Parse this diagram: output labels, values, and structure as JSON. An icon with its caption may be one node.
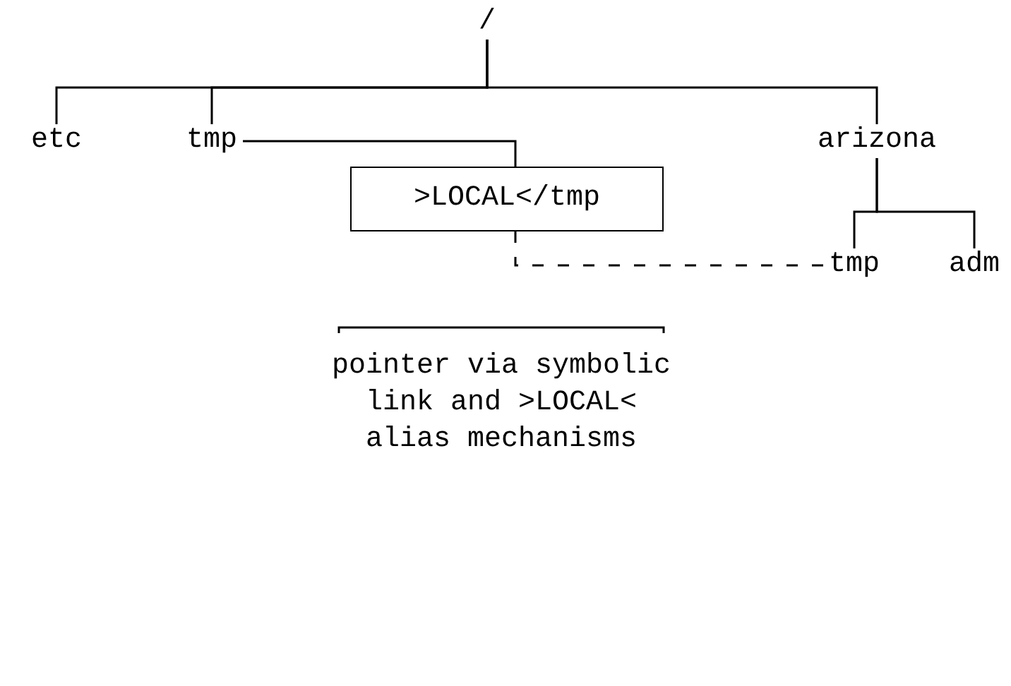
{
  "diagram": {
    "nodes": [
      {
        "text": [
          "/"
        ]
      },
      {
        "text": [
          "etc"
        ]
      },
      {
        "text": [
          "tmp"
        ]
      },
      {
        "text": [
          "arizona"
        ]
      },
      {
        "text": [
          ">LOCAL</tmp"
        ]
      },
      {
        "text": [
          "tmp"
        ]
      },
      {
        "text": [
          "adm"
        ]
      },
      {
        "text": [
          "pointer via symbolic link and >LOCAL< alias mechanisms"
        ]
      }
    ],
    "edges": [
      {
        "from": 0,
        "to": 1,
        "arrow": "none"
      },
      {
        "from": 0,
        "to": 2,
        "arrow": "none"
      },
      {
        "from": 0,
        "to": 3,
        "arrow": "none"
      },
      {
        "from": 2,
        "to": 4,
        "arrow": "none"
      },
      {
        "from": 3,
        "to": 5,
        "arrow": "none"
      },
      {
        "from": 3,
        "to": 6,
        "arrow": "none"
      },
      {
        "from": 4,
        "to": 5,
        "arrow": "none",
        "style": "dashed"
      }
    ]
  }
}
